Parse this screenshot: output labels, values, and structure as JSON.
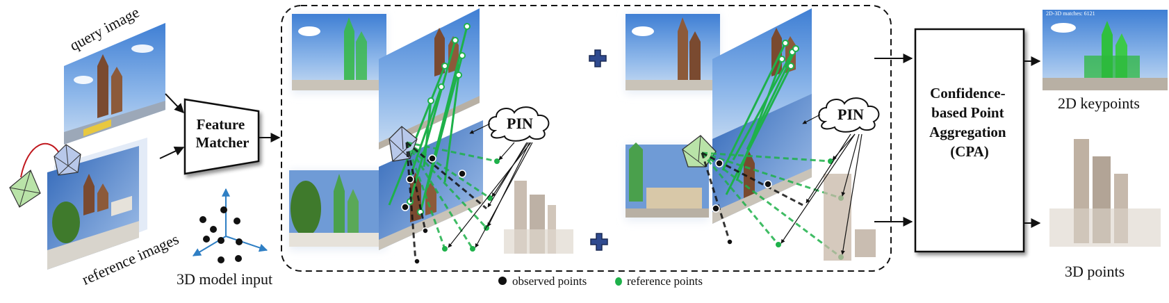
{
  "labels": {
    "query_image": "query image",
    "reference_images": "reference images",
    "model_input": "3D model input",
    "feature_matcher": "Feature\nMatcher",
    "pin": "PIN",
    "cpa": "Confidence-\nbased Point\nAggregation\n(CPA)",
    "keypoints": "2D keypoints",
    "points3d": "3D points",
    "overlay_text": "2D-3D matches: 6121",
    "plus": "+"
  },
  "legend": {
    "observed": "observed points",
    "reference": "reference points"
  },
  "colors": {
    "green": "#1eb14a",
    "green_dark": "#0f8a34",
    "black": "#111111",
    "plus_blue": "#2f4a8f",
    "sky": "#5b8fd6",
    "camera_green": "#b9e3a8",
    "camera_blue": "#b8c8ea",
    "red_arc": "#c0181e"
  }
}
